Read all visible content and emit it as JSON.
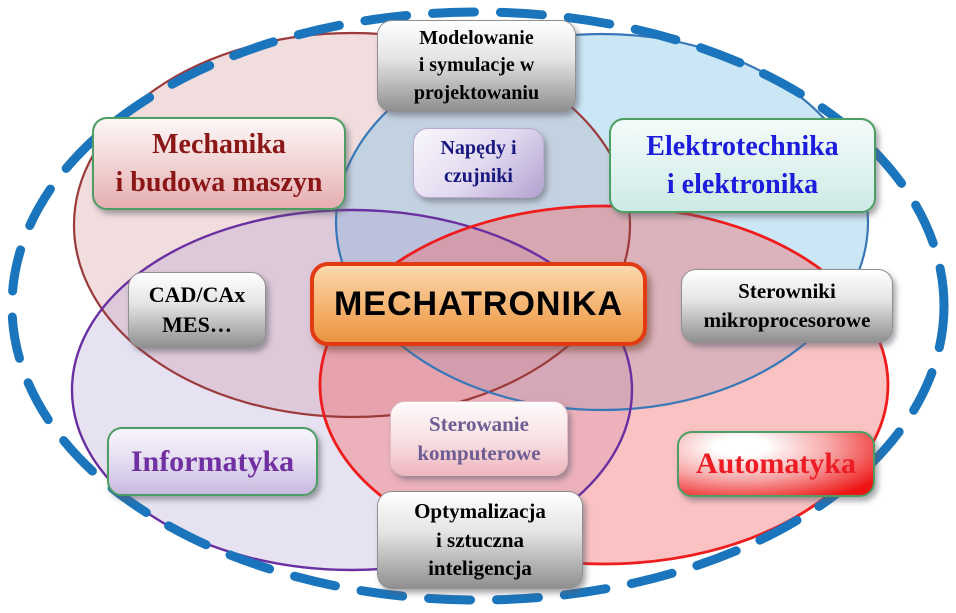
{
  "diagram_title": "MECHATRONIKA",
  "background_color": "#ffffff",
  "outer_ellipse": {
    "stroke": "#1b75bc",
    "style": "dashed"
  },
  "ellipses": {
    "mechanika": {
      "stroke": "#9b3a3a",
      "fill": "rgba(214,150,152,0.32)"
    },
    "elektrotechnika": {
      "stroke": "#3878b8",
      "fill": "rgba(130,195,228,0.42)"
    },
    "informatyka": {
      "stroke": "#6a2fa0",
      "fill": "rgba(168,150,205,0.28)"
    },
    "automatyka": {
      "stroke": "#ee1c1c",
      "fill": "rgba(242,110,112,0.42)"
    }
  },
  "center": {
    "label": "MECHATRONIKA",
    "text_color": "#000000",
    "border_color": "#e23a12",
    "fill_color": "#f3a95e"
  },
  "disciplines": {
    "mechanika": {
      "label": "Mechanika\ni budowa maszyn",
      "text_color": "#8b1616"
    },
    "elektrotechnika": {
      "label": "Elektrotechnika\ni elektronika",
      "text_color": "#1c1cdc"
    },
    "informatyka": {
      "label": "Informatyka",
      "text_color": "#7130a2"
    },
    "automatyka": {
      "label": "Automatyka",
      "text_color": "#ed1c24"
    }
  },
  "intersections": {
    "modelowanie": {
      "label": "Modelowanie\ni symulacje w\nprojektowaniu",
      "text_color": "#000000"
    },
    "napedy": {
      "label": "Napędy i\nczujniki",
      "text_color": "#18187e"
    },
    "cad": {
      "label": "CAD/CAx\nMES…",
      "text_color": "#000000"
    },
    "sterowniki": {
      "label": "Sterowniki\nmikroprocesorowe",
      "text_color": "#000000"
    },
    "sterowanie": {
      "label": "Sterowanie\nkomputerowe",
      "text_color": "#6e5d92"
    },
    "optymalizacja": {
      "label": "Optymalizacja\ni sztuczna\ninteligencja",
      "text_color": "#000000"
    }
  }
}
